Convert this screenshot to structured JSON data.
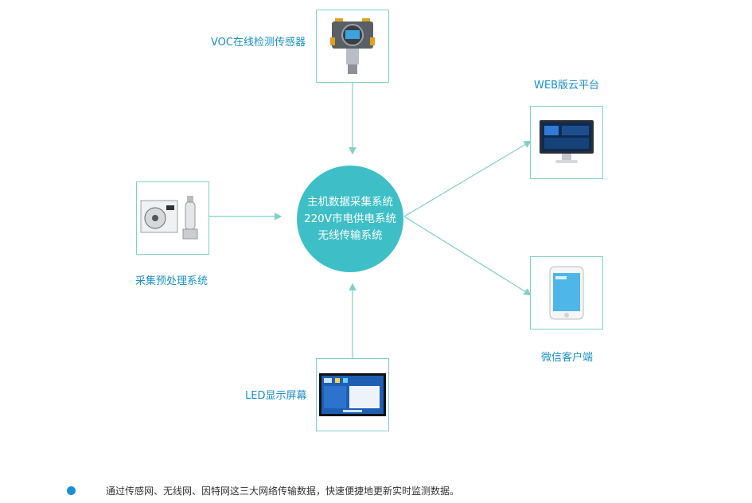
{
  "hub": {
    "lines": [
      "主机数据采集系统",
      "220V市电供电系统",
      "无线传输系统"
    ]
  },
  "nodes": {
    "voc": {
      "label": "VOC在线检测传感器"
    },
    "pretreat": {
      "label": "采集预处理系统"
    },
    "led": {
      "label": "LED显示屏幕"
    },
    "web": {
      "label": "WEB版云平台"
    },
    "wechat": {
      "label": "微信客户端"
    }
  },
  "footer": {
    "text": "通过传感网、无线网、因特网这三大网络传输数据，快速便捷地更新实时监测数据。"
  },
  "colors": {
    "accent": "#3ebfc7",
    "line": "#7fd0c6",
    "label": "#1a8fc9",
    "dot": "#1a8fd6"
  }
}
